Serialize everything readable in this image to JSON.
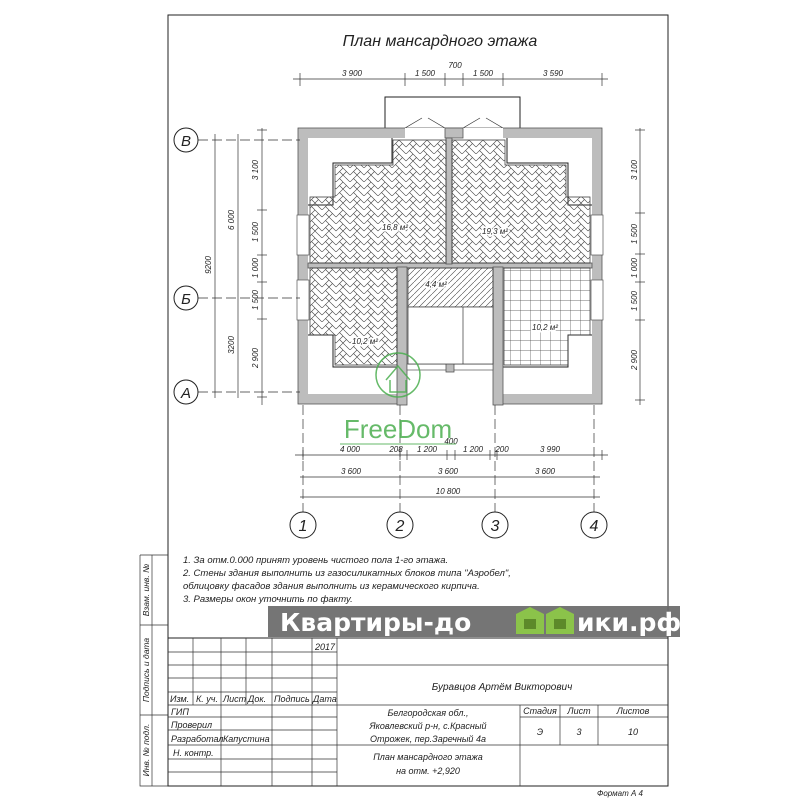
{
  "drawing": {
    "title": "План мансардного этажа",
    "top_dims": [
      "3 900",
      "1 500",
      "700",
      "1 500",
      "3 590"
    ],
    "left_axes": [
      "В",
      "Б",
      "А"
    ],
    "left_dims": {
      "total": "9200",
      "upper": "6 000",
      "lower": "3200",
      "chain": [
        "3 100",
        "1 500",
        "1 000",
        "1 500",
        "2 900"
      ]
    },
    "right_dims": [
      "3 100",
      "1 500",
      "1 000",
      "1 500",
      "2 900"
    ],
    "bottom_dims_row1": [
      "4 000",
      "208",
      "1 200",
      "400",
      "1 200",
      "200",
      "3 990"
    ],
    "bottom_dims_row2": [
      "3 600",
      "3 600",
      "3 600"
    ],
    "bottom_dims_total": "10 800",
    "bottom_axes": [
      "1",
      "2",
      "3",
      "4"
    ],
    "rooms": [
      {
        "area": "16,8 м²"
      },
      {
        "area": "19,3 м²"
      },
      {
        "area": "4,4 м²"
      },
      {
        "area": "10,2 м²"
      },
      {
        "area": "10,2 м²"
      }
    ]
  },
  "notes": [
    "1. За отм.0.000 принят уровень чистого пола 1-го этажа.",
    "2. Стены здания выполнить из газосиликатных блоков типа \"Аэробел\",",
    "облицовку фасадов здания выполнить из керамического кирпича.",
    "3. Размеры окон уточнить по факту."
  ],
  "side_stamp": [
    "Взам. инв. №",
    "Подпись и дата",
    "Инв. № подл."
  ],
  "title_block": {
    "year": "2017",
    "author": "Буравцов Артём Викторович",
    "headers": [
      "Изм.",
      "К. уч.",
      "Лист",
      "Док.",
      "Подпись",
      "Дата"
    ],
    "roles": [
      "ГИП",
      "Проверил",
      "Разработал",
      "Н. контр."
    ],
    "developer": "Капустина",
    "address": [
      "Белгородская обл.,",
      "Яковлевский р-н, с.Красный",
      "Отрожек, пер.Заречный 4а"
    ],
    "sheet_title": [
      "План мансардного этажа",
      "на отм. +2,920"
    ],
    "stage_label": "Стадия",
    "sheet_label": "Лист",
    "sheets_label": "Листов",
    "stage": "Э",
    "sheet": "3",
    "sheets": "10",
    "format": "Формат  А 4"
  },
  "watermarks": {
    "freedom": "FreeDom",
    "site": "Квартиры-домики.рф",
    "site_a": "Квартиры-до",
    "site_b": "ики.рф"
  },
  "colors": {
    "wall": "#bdbdbd",
    "watermark_green": "#4caf50",
    "banner": "#6b6b6b"
  }
}
